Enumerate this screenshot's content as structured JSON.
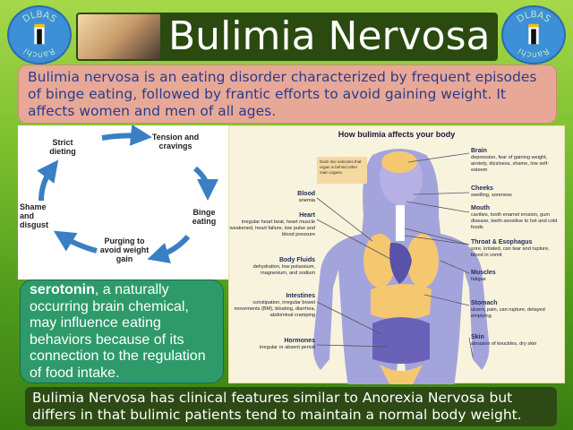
{
  "logo": {
    "top_text": "DLBAS",
    "bottom_text": "Ranchi"
  },
  "title": "Bulimia Nervosa",
  "intro": "Bulimia nervosa is an eating disorder characterized by frequent episodes of binge eating, followed by frantic efforts to avoid gaining weight. It affects women and men of all ages.",
  "cycle": {
    "steps": [
      "Tension and cravings",
      "Binge eating",
      "Purging to avoid weight gain",
      "Shame and disgust",
      "Strict dieting"
    ],
    "arrow_color": "#3a7fc4"
  },
  "body": {
    "title": "How bulimia affects your body",
    "note": "Dash line indicates that organ is behind other main organs.",
    "left": [
      {
        "name": "Blood",
        "desc": "anemia"
      },
      {
        "name": "Heart",
        "desc": "irregular heart beat, heart muscle weakened, heart failure, low pulse and blood pressure"
      },
      {
        "name": "Body Fluids",
        "desc": "dehydration, low potassium, magnesium, and sodium"
      },
      {
        "name": "Intestines",
        "desc": "constipation, irregular bowel movements (BM), bloating, diarrhea, abdominal cramping"
      },
      {
        "name": "Hormones",
        "desc": "irregular or absent period"
      }
    ],
    "right": [
      {
        "name": "Brain",
        "desc": "depression, fear of gaining weight, anxiety, dizziness, shame, low self-esteem"
      },
      {
        "name": "Cheeks",
        "desc": "swelling, soreness"
      },
      {
        "name": "Mouth",
        "desc": "cavities, tooth enamel erosion, gum disease, teeth sensitive to hot and cold foods"
      },
      {
        "name": "Throat & Esophagus",
        "desc": "sore, irritated, can tear and rupture, blood in vomit"
      },
      {
        "name": "Muscles",
        "desc": "fatigue"
      },
      {
        "name": "Stomach",
        "desc": "ulcers, pain, can rupture, delayed emptying"
      },
      {
        "name": "Skin",
        "desc": "abrasion of knuckles, dry skin"
      }
    ]
  },
  "serotonin": {
    "term": "serotonin",
    "text": ", a naturally occurring brain chemical, may influence eating behaviors because of its connection to the regulation of food intake."
  },
  "bottom": "Bulimia Nervosa has clinical features similar to Anorexia Nervosa but differs in that bulimic patients tend to maintain a normal body weight."
}
